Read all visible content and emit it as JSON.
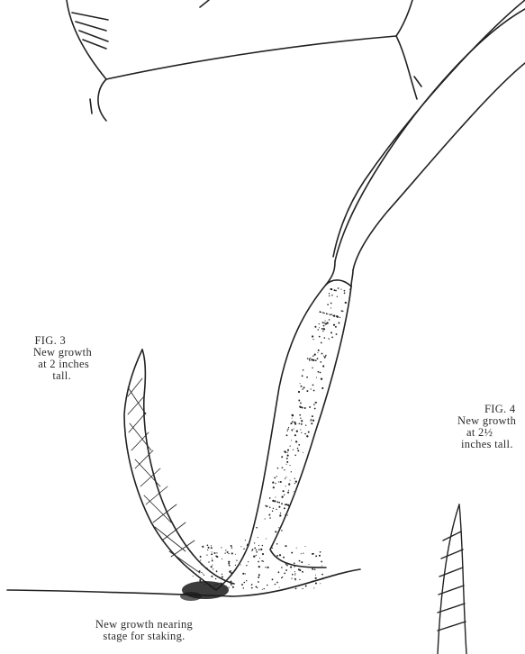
{
  "fig3": {
    "label": "FIG. 3",
    "lines": [
      "New growth",
      "at 2 inches",
      "tall."
    ]
  },
  "fig4": {
    "label": "FIG. 4",
    "lines": [
      "New growth",
      "at 2½",
      "inches tall."
    ]
  },
  "main_caption": {
    "lines": [
      "New growth nearing",
      "stage for staking."
    ]
  },
  "colors": {
    "ink": "#222222",
    "paper": "#ffffff"
  }
}
